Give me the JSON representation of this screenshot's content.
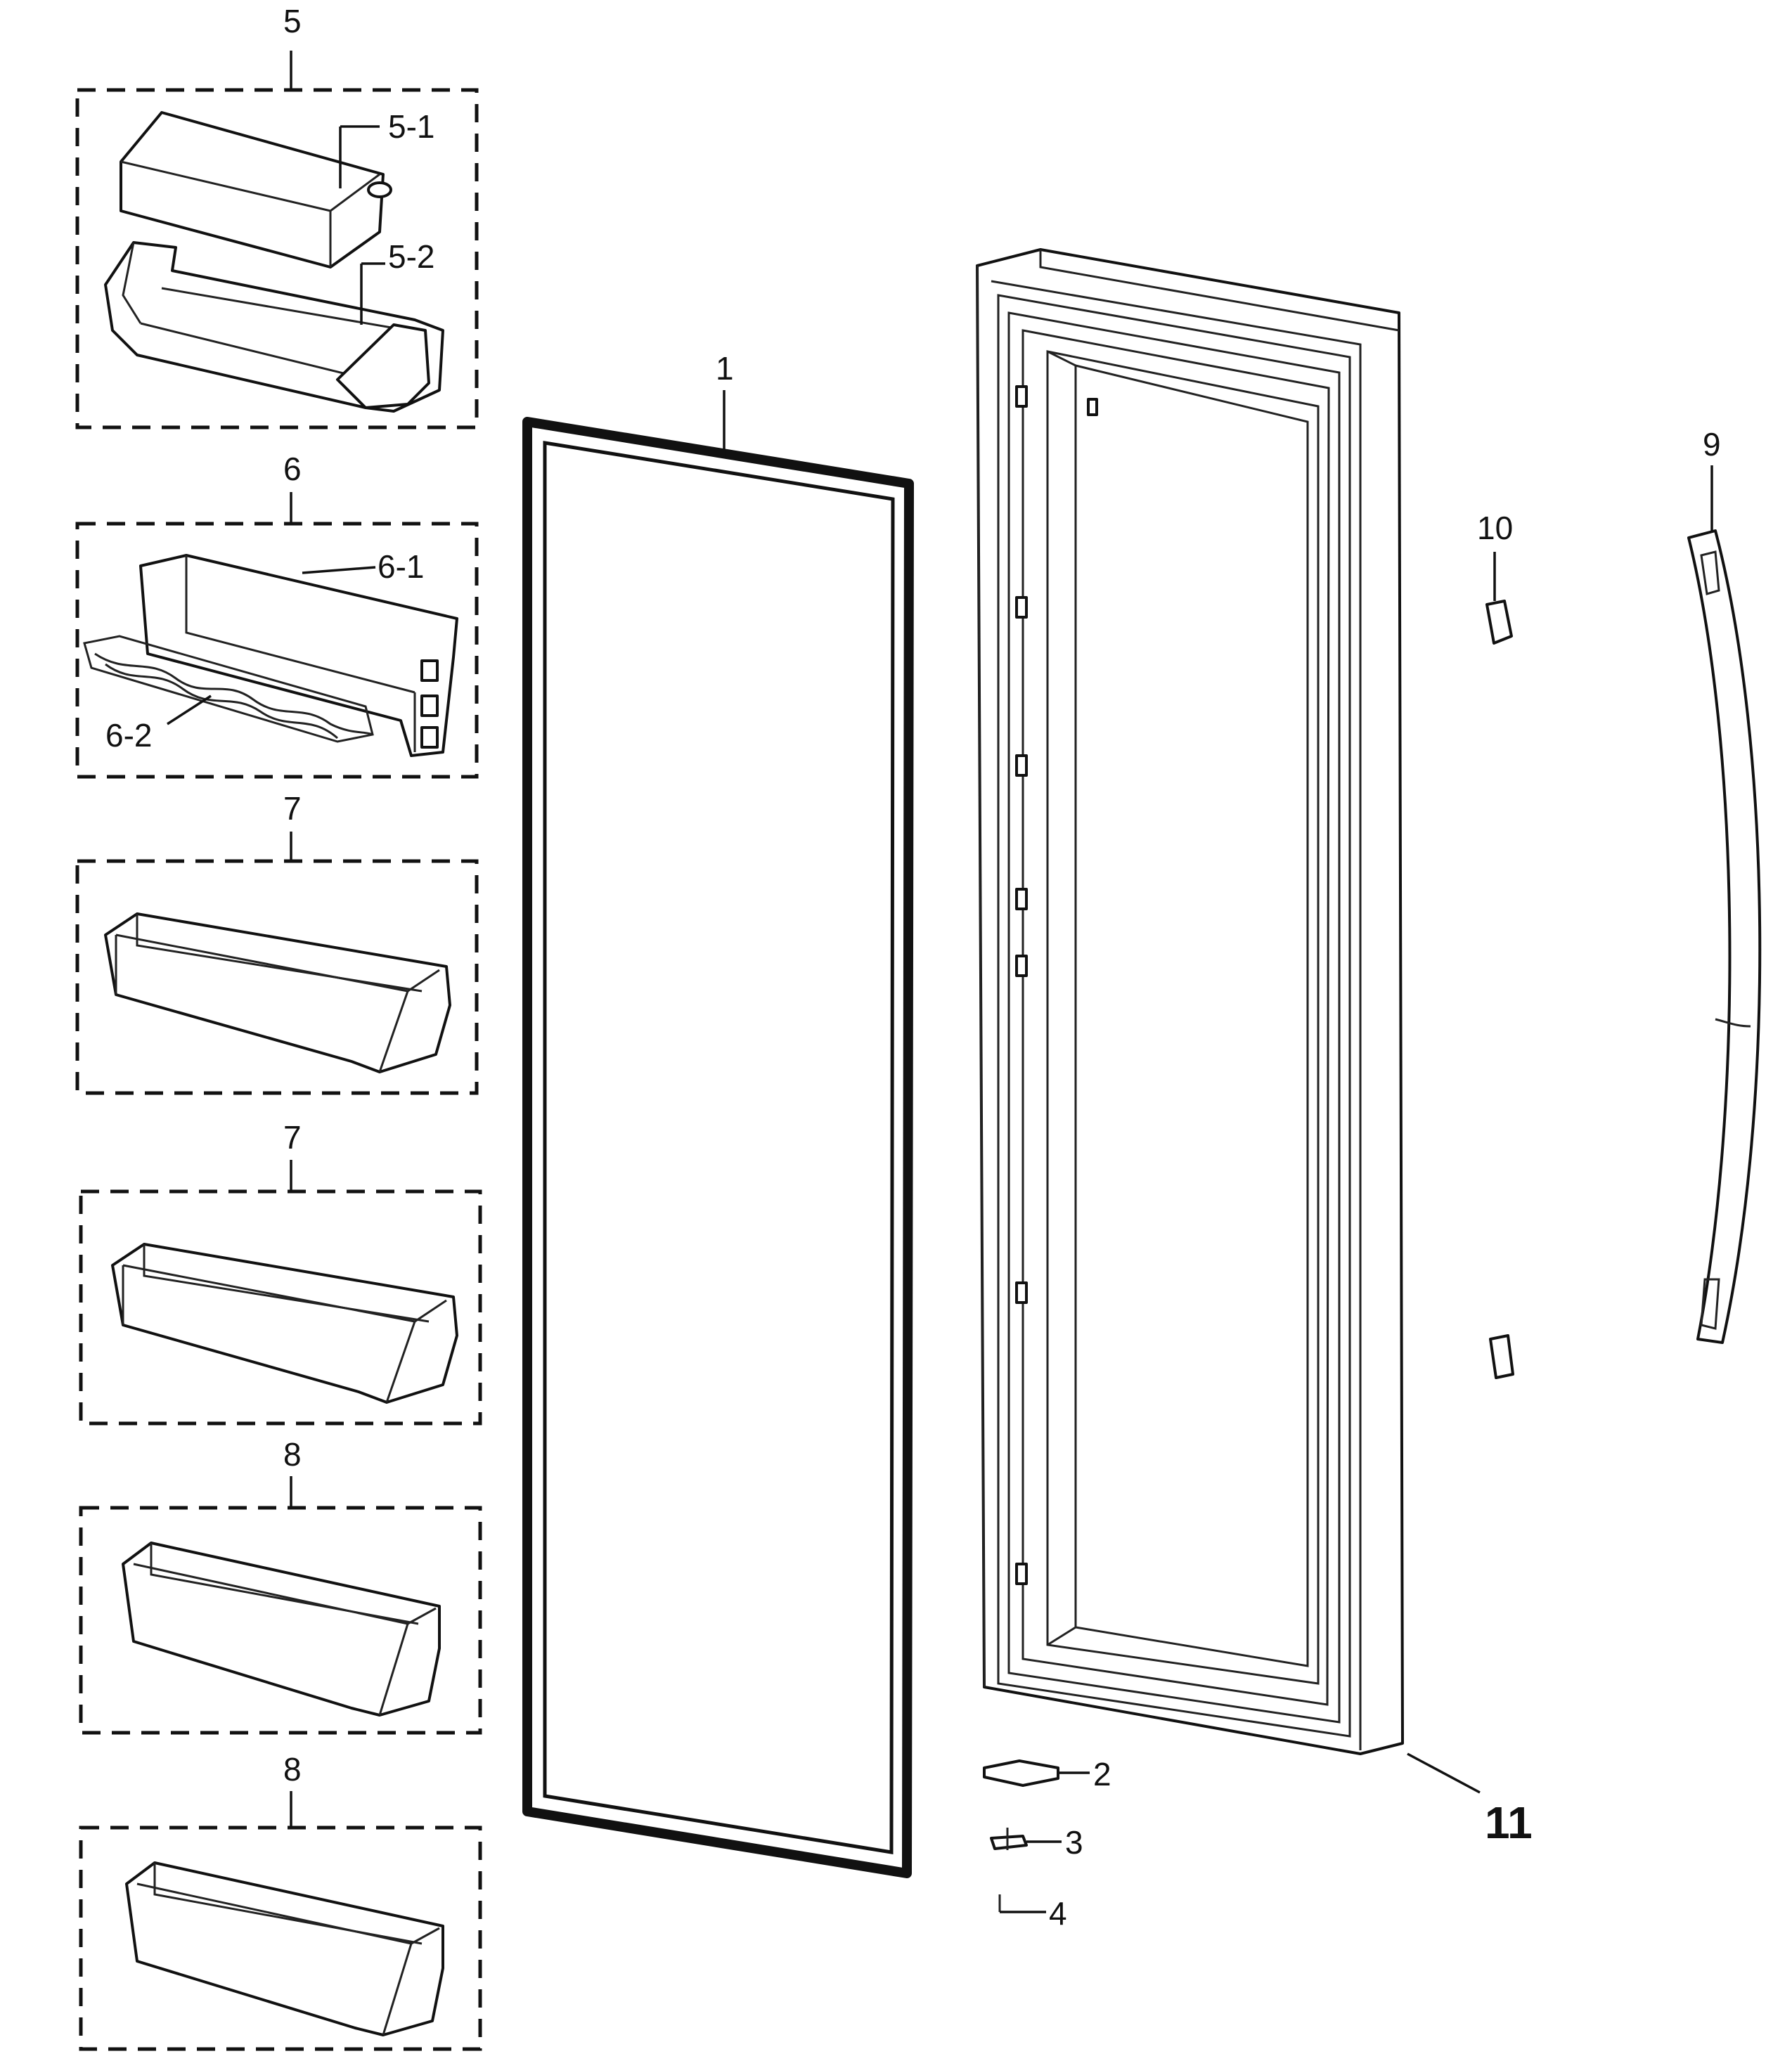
{
  "callouts": {
    "c1": "1",
    "c2": "2",
    "c3": "3",
    "c4": "4",
    "c5": "5",
    "c5_1": "5-1",
    "c5_2": "5-2",
    "c6": "6",
    "c6_1": "6-1",
    "c6_2": "6-2",
    "c7a": "7",
    "c7b": "7",
    "c8a": "8",
    "c8b": "8",
    "c9": "9",
    "c10": "10",
    "c11": "11"
  }
}
